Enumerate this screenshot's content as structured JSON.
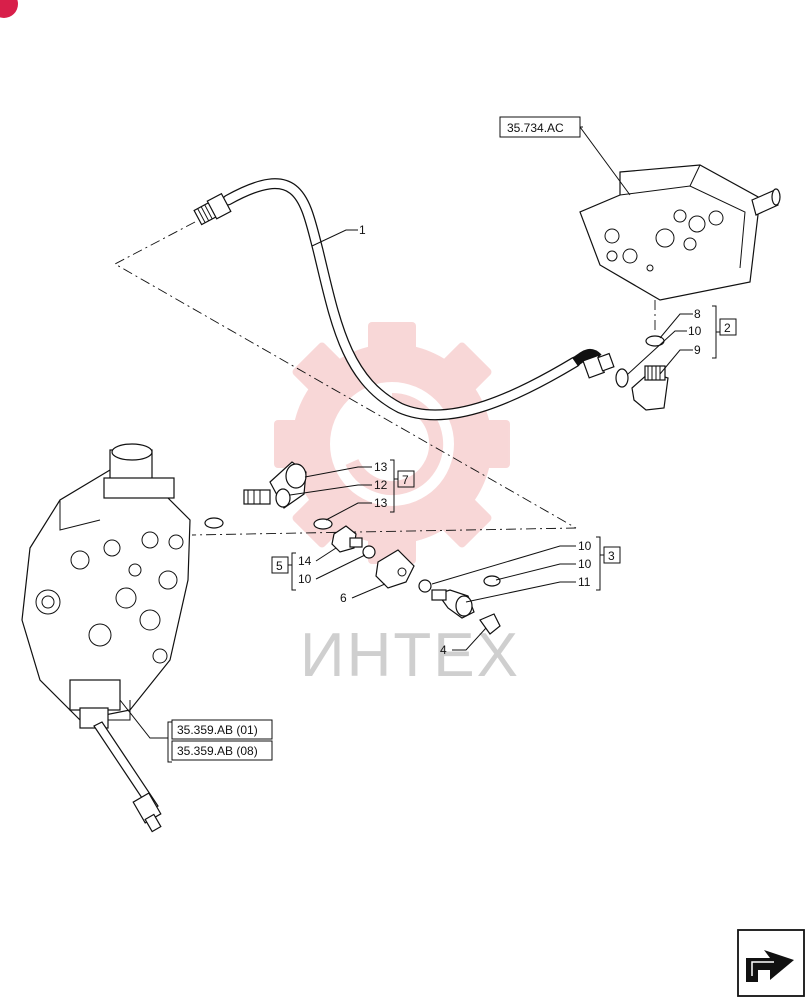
{
  "watermark": {
    "text": "ИНТЕХ",
    "gear_color": "#f3b8b8"
  },
  "references": {
    "top_right": "35.734.AC",
    "bottom_left_1": "35.359.AB (01)",
    "bottom_left_2": "35.359.AB (08)"
  },
  "groups": {
    "g2": "2",
    "g3": "3",
    "g5": "5",
    "g7": "7"
  },
  "callouts": {
    "c1": "1",
    "c8": "8",
    "c10a": "10",
    "c9": "9",
    "c13a": "13",
    "c12": "12",
    "c13b": "13",
    "c14": "14",
    "c10b": "10",
    "c6": "6",
    "c10c": "10",
    "c10d": "10",
    "c11": "11",
    "c4": "4"
  },
  "colors": {
    "line": "#111111",
    "corner_badge": "#d81f4a"
  },
  "icons": {
    "nav": "next-page-arrow-icon"
  }
}
